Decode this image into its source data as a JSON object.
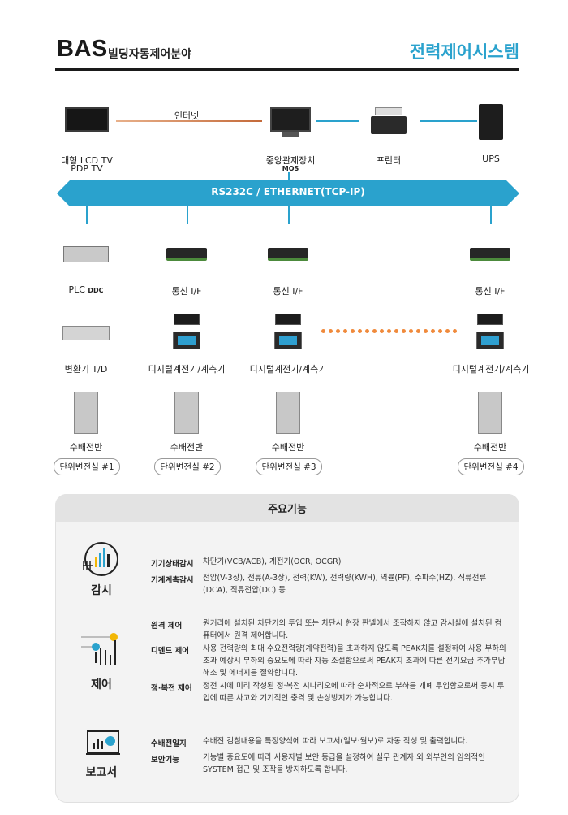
{
  "header": {
    "bas": "BAS",
    "subtitle": "빌딩자동제어분야",
    "right_title": "전력제어시스템"
  },
  "top_row": {
    "tv_label1": "대형 LCD TV",
    "tv_label2": "PDP TV",
    "internet": "인터넷",
    "central_label": "중앙관제장치",
    "central_sub": "MOS",
    "printer_label": "프린터",
    "ups_label": "UPS"
  },
  "bus": {
    "label": "RS232C / ETHERNET(TCP-IP)",
    "color": "#2aa2cd"
  },
  "columns": [
    {
      "controller": "PLC",
      "controller_sub": "DDC",
      "meter": "변환기 T/D",
      "panel": "수배전반",
      "room": "단위변전실 #1"
    },
    {
      "controller": "통신 I/F",
      "controller_sub": "",
      "meter": "디지털계전기/계측기",
      "panel": "수배전반",
      "room": "단위변전실 #2"
    },
    {
      "controller": "통신 I/F",
      "controller_sub": "",
      "meter": "디지털계전기/계측기",
      "panel": "수배전반",
      "room": "단위변전실 #3"
    },
    {
      "controller": "통신 I/F",
      "controller_sub": "",
      "meter": "디지털계전기/계측기",
      "panel": "수배전반",
      "room": "단위변전실 #4"
    }
  ],
  "features": {
    "title": "주요기능",
    "groups": [
      {
        "category": "감시",
        "icon": "monitoring-chart-icon",
        "items": [
          {
            "name": "기기상태감시",
            "desc": "차단기(VCB/ACB), 계전기(OCR, OCGR)"
          },
          {
            "name": "기계계측감시",
            "desc": "전압(V-3상), 전류(A-3상), 전력(KW), 전력량(KWH), 역률(PF), 주파수(HZ), 직류전류(DCA), 직류전압(DC) 등"
          }
        ]
      },
      {
        "category": "제어",
        "icon": "touch-control-icon",
        "items": [
          {
            "name": "원격 제어",
            "desc": "원거리에 설치된 차단기의 투입 또는 차단시 현장 판넬에서 조작하지 않고 감시실에 설치된 컴퓨터에서 원격 제어합니다."
          },
          {
            "name": "디멘드 제어",
            "desc": "사용 전력량의 최대 수요전력량(계약전력)을 초과하지 않도록 PEAK치를 설정하여 사용 부하의 초과 예상시 부하의 중요도에 따라 자동 조절함으로써 PEAK치 초과에 따른 전기요금 추가부담 해소 및 에너지를 절약합니다."
          },
          {
            "name": "정·복전 제어",
            "desc": "정전 시에 미리 작성된 정·복전 시나리오에 따라 순차적으로 부하를 개폐 투입함으로써 동시 투입에 따른 사고와 기기적인 충격 및 손상방지가 가능합니다."
          }
        ]
      },
      {
        "category": "보고서",
        "icon": "report-icon",
        "items": [
          {
            "name": "수배전일지",
            "desc": "수배전 검침내용을 특정양식에 따라 보고서(일보·월보)로 자동 작성 및 출력합니다."
          },
          {
            "name": "보안기능",
            "desc": "기능별 중요도에 따라 사용자별 보안 등급을 설정하여 실무 관계자 외 외부인의 임의적인 SYSTEM 접근 및 조작을 방지하도록 합니다."
          }
        ]
      }
    ]
  }
}
